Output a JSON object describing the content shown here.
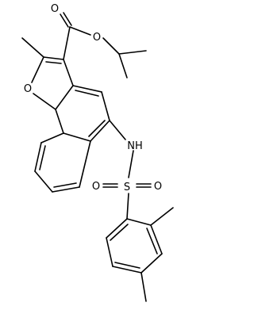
{
  "structure": {
    "atom_labels": {
      "carbonyl_oxygen": "O",
      "ester_oxygen": "O",
      "furan_oxygen": "O",
      "amine": "NH",
      "sulfur": "S",
      "sulfonyl_oxygen_left": "O",
      "sulfonyl_oxygen_right": "O"
    }
  }
}
